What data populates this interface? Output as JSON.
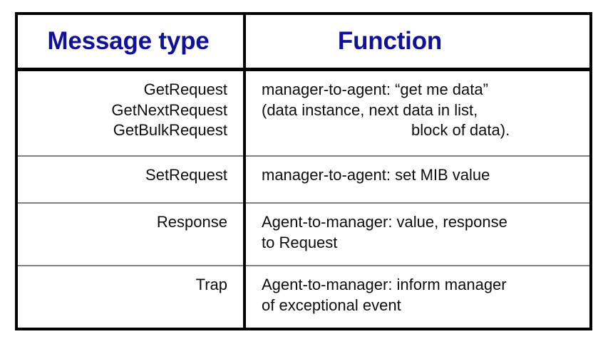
{
  "table": {
    "headers": {
      "message_type": "Message type",
      "function": "Function"
    },
    "header_color": "#10109b",
    "border_color": "#000000",
    "row_divider_color": "#808080",
    "rows": [
      {
        "message_type": "GetRequest\nGetNextRequest\nGetBulkRequest",
        "function_lines": [
          "manager-to-agent: “get me data”",
          "(data instance, next data in list,",
          "block of data)."
        ],
        "function_indent_lines": [
          2
        ]
      },
      {
        "message_type": "SetRequest",
        "function_lines": [
          "manager-to-agent: set MIB value"
        ],
        "function_indent_lines": []
      },
      {
        "message_type": "Response",
        "function_lines": [
          "Agent-to-manager: value, response",
          "to Request"
        ],
        "function_indent_lines": []
      },
      {
        "message_type": "Trap",
        "function_lines": [
          "Agent-to-manager: inform manager",
          "of exceptional event"
        ],
        "function_indent_lines": []
      }
    ]
  }
}
